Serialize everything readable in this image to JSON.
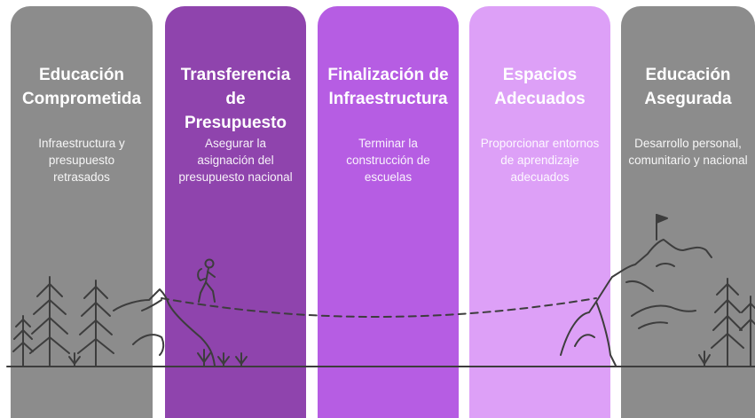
{
  "stages": [
    {
      "title": "Educación\nComprometida",
      "description": "Infraestructura y\npresupuesto\nretrasados",
      "color": "#8c8c8c"
    },
    {
      "title": "Transferencia de\nPresupuesto",
      "description": "Asegurar la\nasignación del\npresupuesto nacional",
      "color": "#8f44ad"
    },
    {
      "title": "Finalización de\nInfraestructura",
      "description": "Terminar la\nconstrucción de\nescuelas",
      "color": "#b65de3"
    },
    {
      "title": "Espacios\nAdecuados",
      "description": "Proporcionar entornos\nde aprendizaje\nadecuados",
      "color": "#dda0f7"
    },
    {
      "title": "Educación\nAsegurada",
      "description": "Desarrollo personal,\ncomunitario y nacional",
      "color": "#8c8c8c"
    }
  ],
  "colors": {
    "line": "#3d3d3d"
  },
  "icons": [
    "tree-icon",
    "mountain-icon",
    "hiker-icon",
    "flag-icon",
    "grass-icon"
  ]
}
